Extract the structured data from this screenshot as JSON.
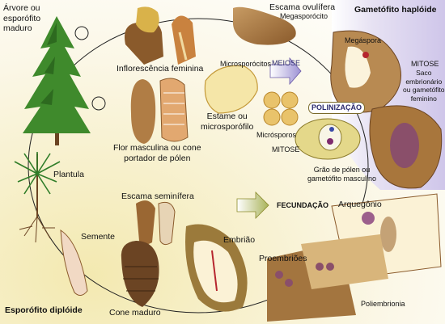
{
  "diagram": {
    "haploid_title": "Gametófito haplóide",
    "diploid_title": "Esporófito diplóide",
    "labels": {
      "tree": "Árvore ou\nesporófito\nmaduro",
      "female_inflorescence": "Inflorescência feminina",
      "ovuliferous_scale": "Escama ovulífera",
      "megasporocyte": "Megasporócito",
      "megaspore": "Megáspora",
      "microsporocytes": "Microsporócitos",
      "meiosis": "MEIOSE",
      "mitosis_top": "MITOSE",
      "embryo_sac": "Saco\nembrionário\nou gametófito\nfeminino",
      "stamen": "Estame ou\nmicrosporófilo",
      "pollination": "POLINIZAÇÃO",
      "microspores": "Micrósporos",
      "mitosis_mid": "MITOSE",
      "male_flower": "Flor masculina ou cone\nportador de pólen",
      "pollen_grain": "Grão de pólen  ou\ngametófito masculino",
      "seedling": "Plantula",
      "seminiferous_scale": "Escama seminífera",
      "fertilization": "FECUNDAÇÃO",
      "archegonium": "Arquegônio",
      "seed": "Semente",
      "embryo": "Embrião",
      "proembryos": "Proembriões",
      "mature_cone": "Cone maduro",
      "polyembryony": "Poliembrionia"
    }
  }
}
